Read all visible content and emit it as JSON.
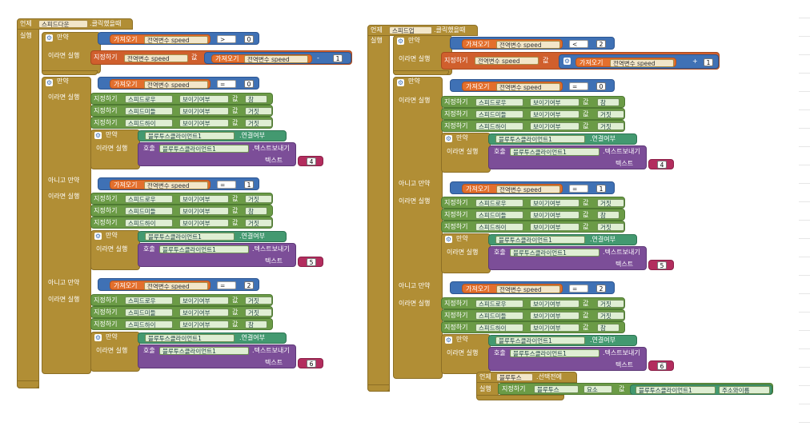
{
  "events": {
    "left": {
      "kw": "언제",
      "comp": "스피드다운",
      "evt": ".클릭했을때",
      "do": "실행"
    },
    "right": {
      "kw": "언제",
      "comp": "스피드업",
      "evt": ".클릭했을때",
      "do": "실행"
    },
    "bt": {
      "kw": "언제",
      "comp": "블루투스",
      "evt": ".선택전에",
      "do": "실행"
    }
  },
  "kw": {
    "if": "만약",
    "then": "이라면 실행",
    "elseif": "아니고 만약",
    "set": "지정하기",
    "get": "가져오기",
    "global_speed": "전역변수 speed",
    "to": "값",
    "call": "호출",
    "text": "텍스트",
    "visible": "보이기여부",
    "connected": ".연결여부",
    "send_text": ".텍스트보내기",
    "true": "참",
    "false": "거짓",
    "elements": "요소",
    "addresses": "주소와이름"
  },
  "comps": {
    "low": "스피드로우",
    "mid": "스피드미들",
    "high": "스피드하이",
    "bt": "블루투스",
    "client": "블루투스클라이언트1"
  },
  "ops": {
    "gt": ">",
    "lt": "<",
    "eq": "=",
    "minus": "-",
    "plus": "+"
  },
  "nums": {
    "zero": "0",
    "one": "1",
    "two": "2"
  },
  "messages": {
    "m4": "4",
    "m5": "5",
    "m6": "6"
  }
}
